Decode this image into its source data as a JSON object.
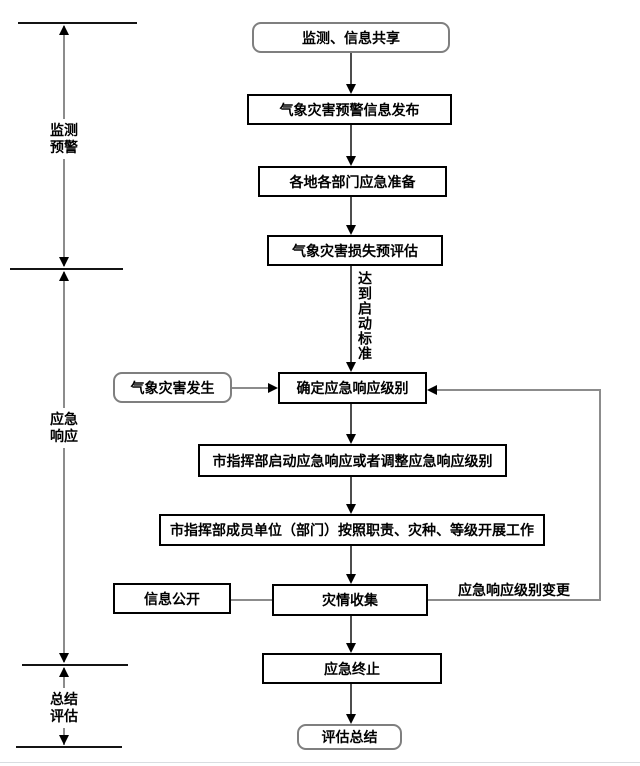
{
  "phases": [
    {
      "lines": [
        "监测",
        "预警"
      ]
    },
    {
      "lines": [
        "应急",
        "响应"
      ]
    },
    {
      "lines": [
        "总结",
        "评估"
      ]
    }
  ],
  "flow": {
    "monitoring_sharing": "监测、信息共享",
    "warning_release": "气象灾害预警信息发布",
    "emergency_preparation": "各地各部门应急准备",
    "loss_preassessment": "气象灾害损失预评估",
    "activation_criteria": "达到启动标准",
    "determine_level": "确定应急响应级别",
    "disaster_occurs": "气象灾害发生",
    "start_or_adjust": "市指挥部启动应急响应或者调整应急响应级别",
    "members_work": "市指挥部成员单位（部门）按照职责、灾种、等级开展工作",
    "info_disclosure": "信息公开",
    "disaster_collection": "灾情收集",
    "level_change_label": "应急响应级别变更",
    "emergency_termination": "应急终止",
    "evaluation_summary": "评估总结"
  },
  "colors": {
    "box_border": "#000000",
    "rounded_box_border": "#7f7f7f",
    "connector": "#4d4d4d",
    "rail": "#8c8c8c",
    "background": "#ffffff"
  }
}
